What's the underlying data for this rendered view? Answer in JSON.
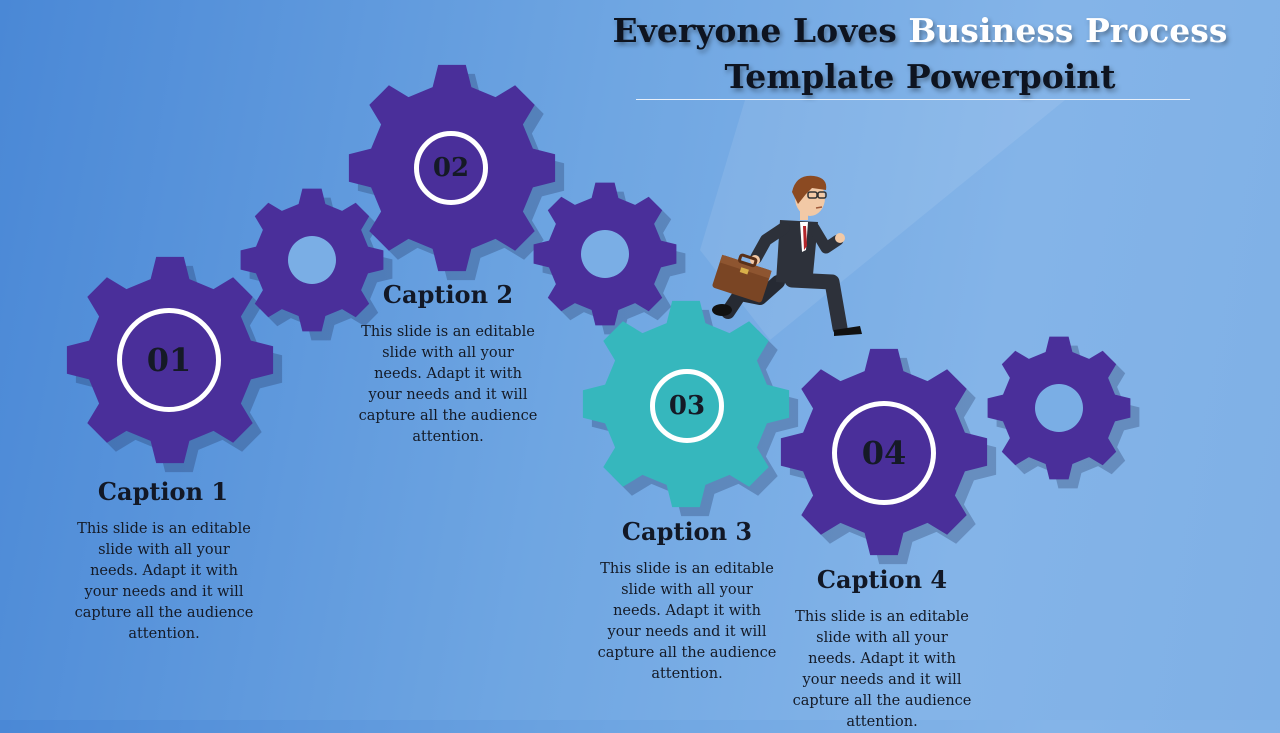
{
  "title": {
    "part1": "Everyone Loves ",
    "highlight": "Business Process",
    "line2": "Template Powerpoint"
  },
  "steps": [
    {
      "number": "01",
      "caption": "Caption 1",
      "text": "This slide is an editable slide with all your needs. Adapt it with your needs and it will capture all the audience attention."
    },
    {
      "number": "02",
      "caption": "Caption 2",
      "text": "This slide is an editable slide with all your needs. Adapt it with your needs and it will capture all the audience attention."
    },
    {
      "number": "03",
      "caption": "Caption 3",
      "text": "This slide is an editable slide with all your needs. Adapt it with your needs and it will capture all the audience attention."
    },
    {
      "number": "04",
      "caption": "Caption 4",
      "text": "This slide is an editable slide with all your needs. Adapt it with your needs and it will capture all the audience attention."
    }
  ],
  "colors": {
    "gear_purple": "#4a2f9a",
    "gear_teal": "#36b7bd",
    "background": "#6fa6e2"
  },
  "icons": {
    "gear": "gear-icon",
    "businessman": "running-businessman-icon",
    "briefcase": "briefcase-icon"
  }
}
